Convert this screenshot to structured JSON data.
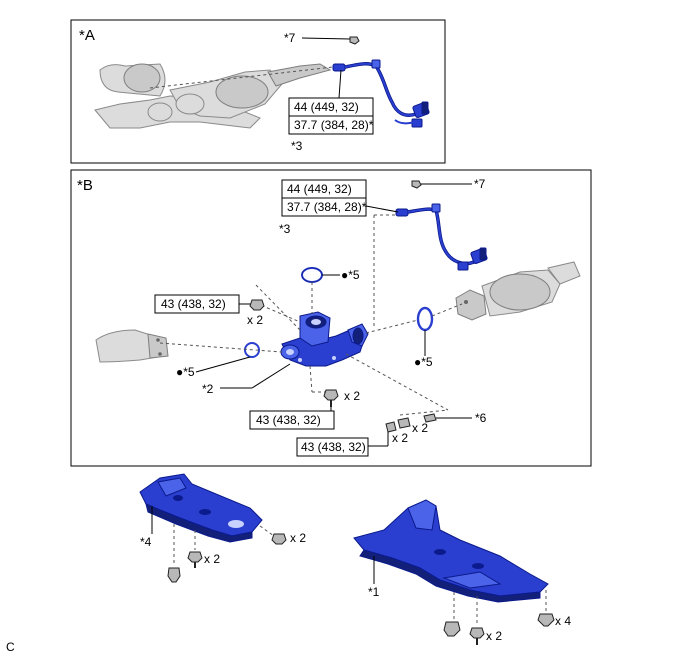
{
  "panel_a": {
    "tag": "*A",
    "torque": {
      "line1": "44 (449, 32)",
      "line2": "37.7 (384, 28)*"
    },
    "callouts": {
      "sensor": "*3",
      "clamp": "*7"
    }
  },
  "panel_b": {
    "tag": "*B",
    "torque_sensor": {
      "line1": "44 (449, 32)",
      "line2": "37.7 (384, 28)*"
    },
    "torque_upper_bolt": "43 (438, 32)",
    "torque_lower_bolt": "43 (438, 32)",
    "torque_stud": "43 (438, 32)",
    "callouts": {
      "sensor": "*3",
      "clamp": "*7",
      "gasket_top": "●*5",
      "gasket_left": "●*5",
      "gasket_right": "●*5",
      "manifold": "*2",
      "nut": "*6"
    },
    "qty_upper_bolt": "x 2",
    "qty_lower_bolt": "x 2",
    "qty_stud": "x 2",
    "qty_nut": "x 2"
  },
  "lower_left": {
    "callout": "*4",
    "qty_bolt_right": "x 2",
    "qty_bolt_bottom": "x 2"
  },
  "lower_right": {
    "callout": "*1",
    "qty_bolt_center": "x 2",
    "qty_bolt_right": "x 4"
  },
  "corner_code": "C",
  "colors": {
    "part_blue": "#2a3fcf",
    "part_dark": "#0b1a8c",
    "pipe_grey": "#cfcfcf"
  }
}
